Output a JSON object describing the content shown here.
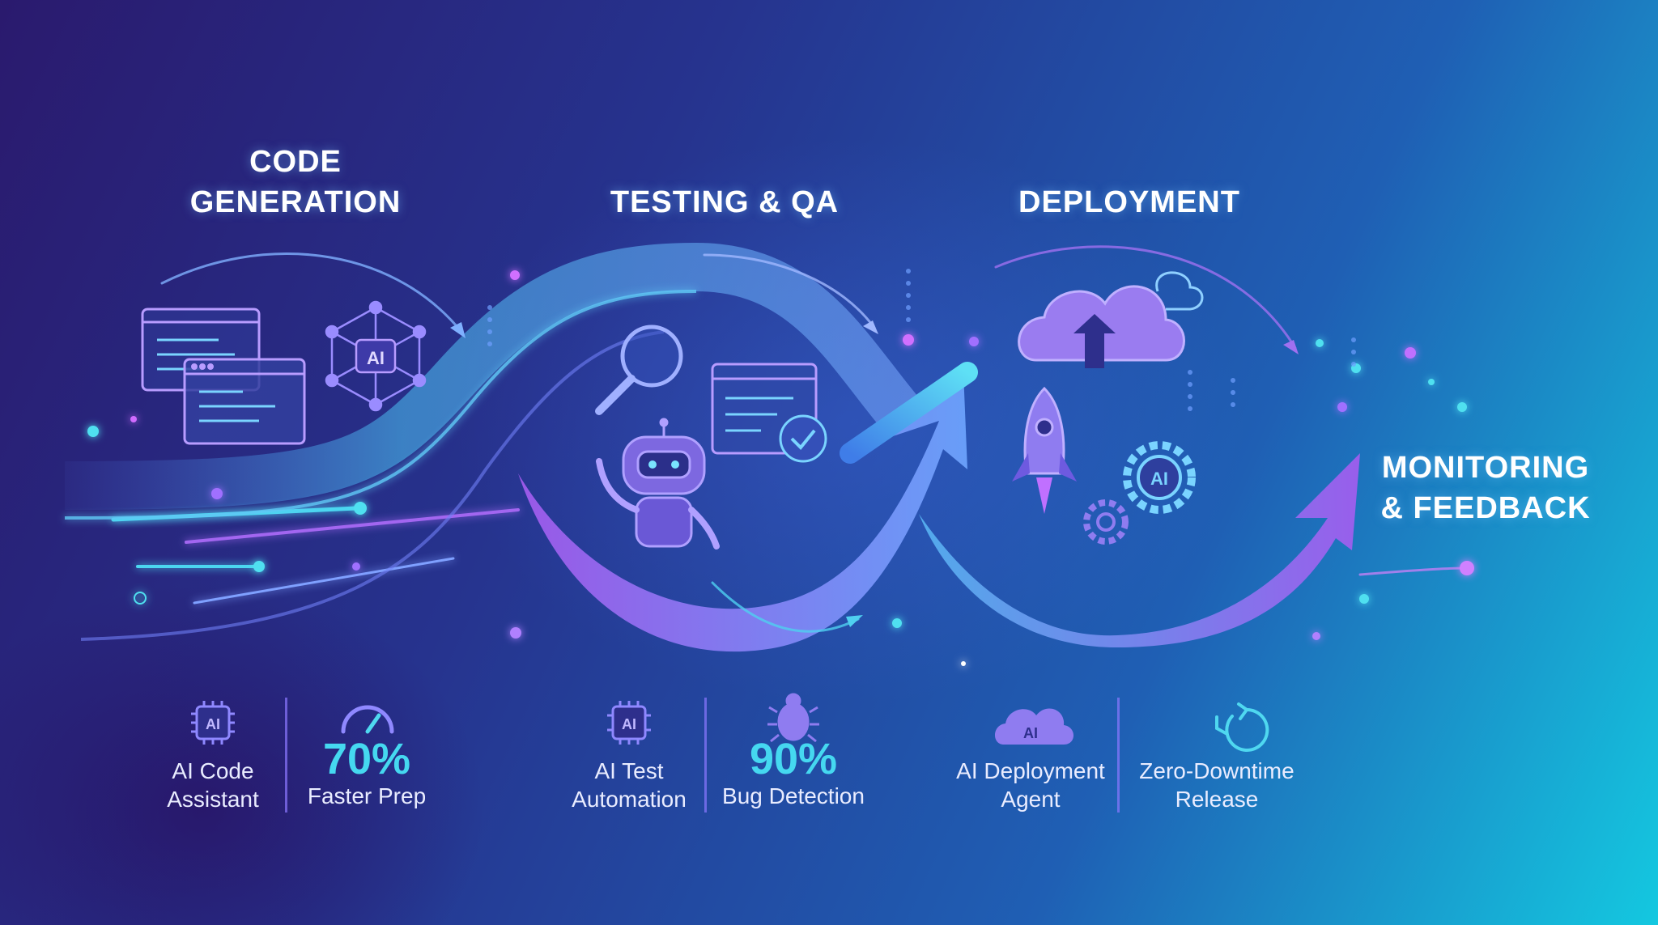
{
  "stages": [
    {
      "title": "CODE\nGENERATION"
    },
    {
      "title": "TESTING & QA"
    },
    {
      "title": "DEPLOYMENT"
    },
    {
      "title": "MONITORING\n& FEEDBACK"
    }
  ],
  "illustrations": {
    "code_generation": {
      "windows_icon": "code-windows-icon",
      "ai_badge": "AI"
    },
    "testing": {
      "magnifier_icon": "magnifier-icon",
      "robot_icon": "robot-icon",
      "checklist_icon": "checklist-icon"
    },
    "deployment": {
      "cloud_icon": "cloud-upload-icon",
      "rocket_icon": "rocket-icon",
      "gear_badge": "AI"
    }
  },
  "metrics": [
    {
      "icon": "ai-chip-icon",
      "icon_text": "AI",
      "label": "AI Code\nAssistant"
    },
    {
      "icon": "gauge-icon",
      "value": "70%",
      "label": "Faster Prep"
    },
    {
      "icon": "ai-chip-icon",
      "icon_text": "AI",
      "label": "AI Test\nAutomation"
    },
    {
      "icon": "bug-icon",
      "value": "90%",
      "label": "Bug Detection"
    },
    {
      "icon": "ai-cloud-icon",
      "icon_text": "AI",
      "label": "AI Deployment\nAgent"
    },
    {
      "icon": "clock-refresh-icon",
      "label": "Zero-Downtime\nRelease"
    }
  ],
  "colors": {
    "accent_cyan": "#45d8f0",
    "accent_purple": "#a266f0",
    "title": "#ffffff"
  }
}
